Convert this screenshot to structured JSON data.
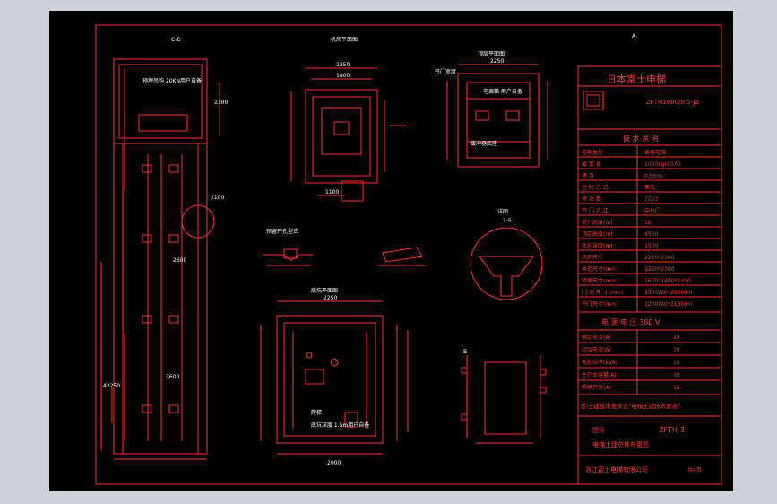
{
  "colors": {
    "line": "#ff3030",
    "text": "#ffffff",
    "bg": "#000000",
    "frame": "#c8ccd0"
  },
  "drawing": {
    "views": {
      "section": "C-C",
      "machine_room_plan": "机房平面图",
      "overhead_plan": "顶层平面图",
      "pit_plan": "底坑平面图",
      "reserved_hole": "预留开孔型式",
      "detail": "详图",
      "detail_scale": "1:5",
      "label_a": "A",
      "label_b": "B"
    },
    "notes": {
      "hook": "预埋吊钩 20KN用户自备",
      "power_box": "电源箱 用户自备",
      "door_opening": "开门宽度",
      "buffer_base": "缓冲器底座",
      "pit_ladder": "爬梯",
      "pit_depth": "底坑深度 1.5m用户自备"
    },
    "dims": {
      "mr_w": "2250",
      "mr_d": "2300",
      "oh_w": "2250",
      "oh_in": "1800",
      "pit_w": "2250",
      "pit_d": "2000",
      "door_w": "1100",
      "door_h": "2100",
      "height": "2600",
      "travel": "43250",
      "floor": "3600"
    },
    "company_logo": "日本富士电梯",
    "model": "ZFTH1000/0.5-J3",
    "spec_title": "技 术 说 明",
    "specs": [
      {
        "k": "电梯类型",
        "v": "乘客电梯"
      },
      {
        "k": "载 重 量",
        "v": "1000kg(15人)"
      },
      {
        "k": "速    度",
        "v": "0.5m/s"
      },
      {
        "k": "控 制 方 式",
        "v": "集选"
      },
      {
        "k": "停 站 数",
        "v": "7/7/7"
      },
      {
        "k": "开 门 方 式",
        "v": "中分门"
      },
      {
        "k": "提升高度(m)",
        "v": "18"
      },
      {
        "k": "顶层高度(m)",
        "v": "4500"
      },
      {
        "k": "底坑深度(m)",
        "v": "1500"
      },
      {
        "k": "机房尺寸",
        "v": "2250*2300"
      },
      {
        "k": "井道尺寸(mm)",
        "v": "2250*2300"
      },
      {
        "k": "轿厢尺寸(mm)",
        "v": "1600*1400*2300"
      },
      {
        "k": "门 洞 尺 寸(mm)",
        "v": "1500(W)*2000(H)"
      },
      {
        "k": "开门尺寸(mm)",
        "v": "1200(W)*2100(H)"
      }
    ],
    "power_title": "电 源 电 压  380 V",
    "power": [
      {
        "k": "额定电流(A)",
        "v": "22"
      },
      {
        "k": "起动电流(A)",
        "v": "70"
      },
      {
        "k": "电机功率(kVA)",
        "v": "10"
      },
      {
        "k": "主开关容量(A)",
        "v": "30"
      },
      {
        "k": "照明开关(A)",
        "v": "16"
      }
    ],
    "note": "注:土建技术要求见\"电梯土建技术要求\"",
    "drawing_no_label": "图号",
    "drawing_no": "ZFTH-3",
    "drawing_name": "电梯土建总体布置图",
    "company": "浙江富士电梯有限公司",
    "sheet": "共4页"
  }
}
